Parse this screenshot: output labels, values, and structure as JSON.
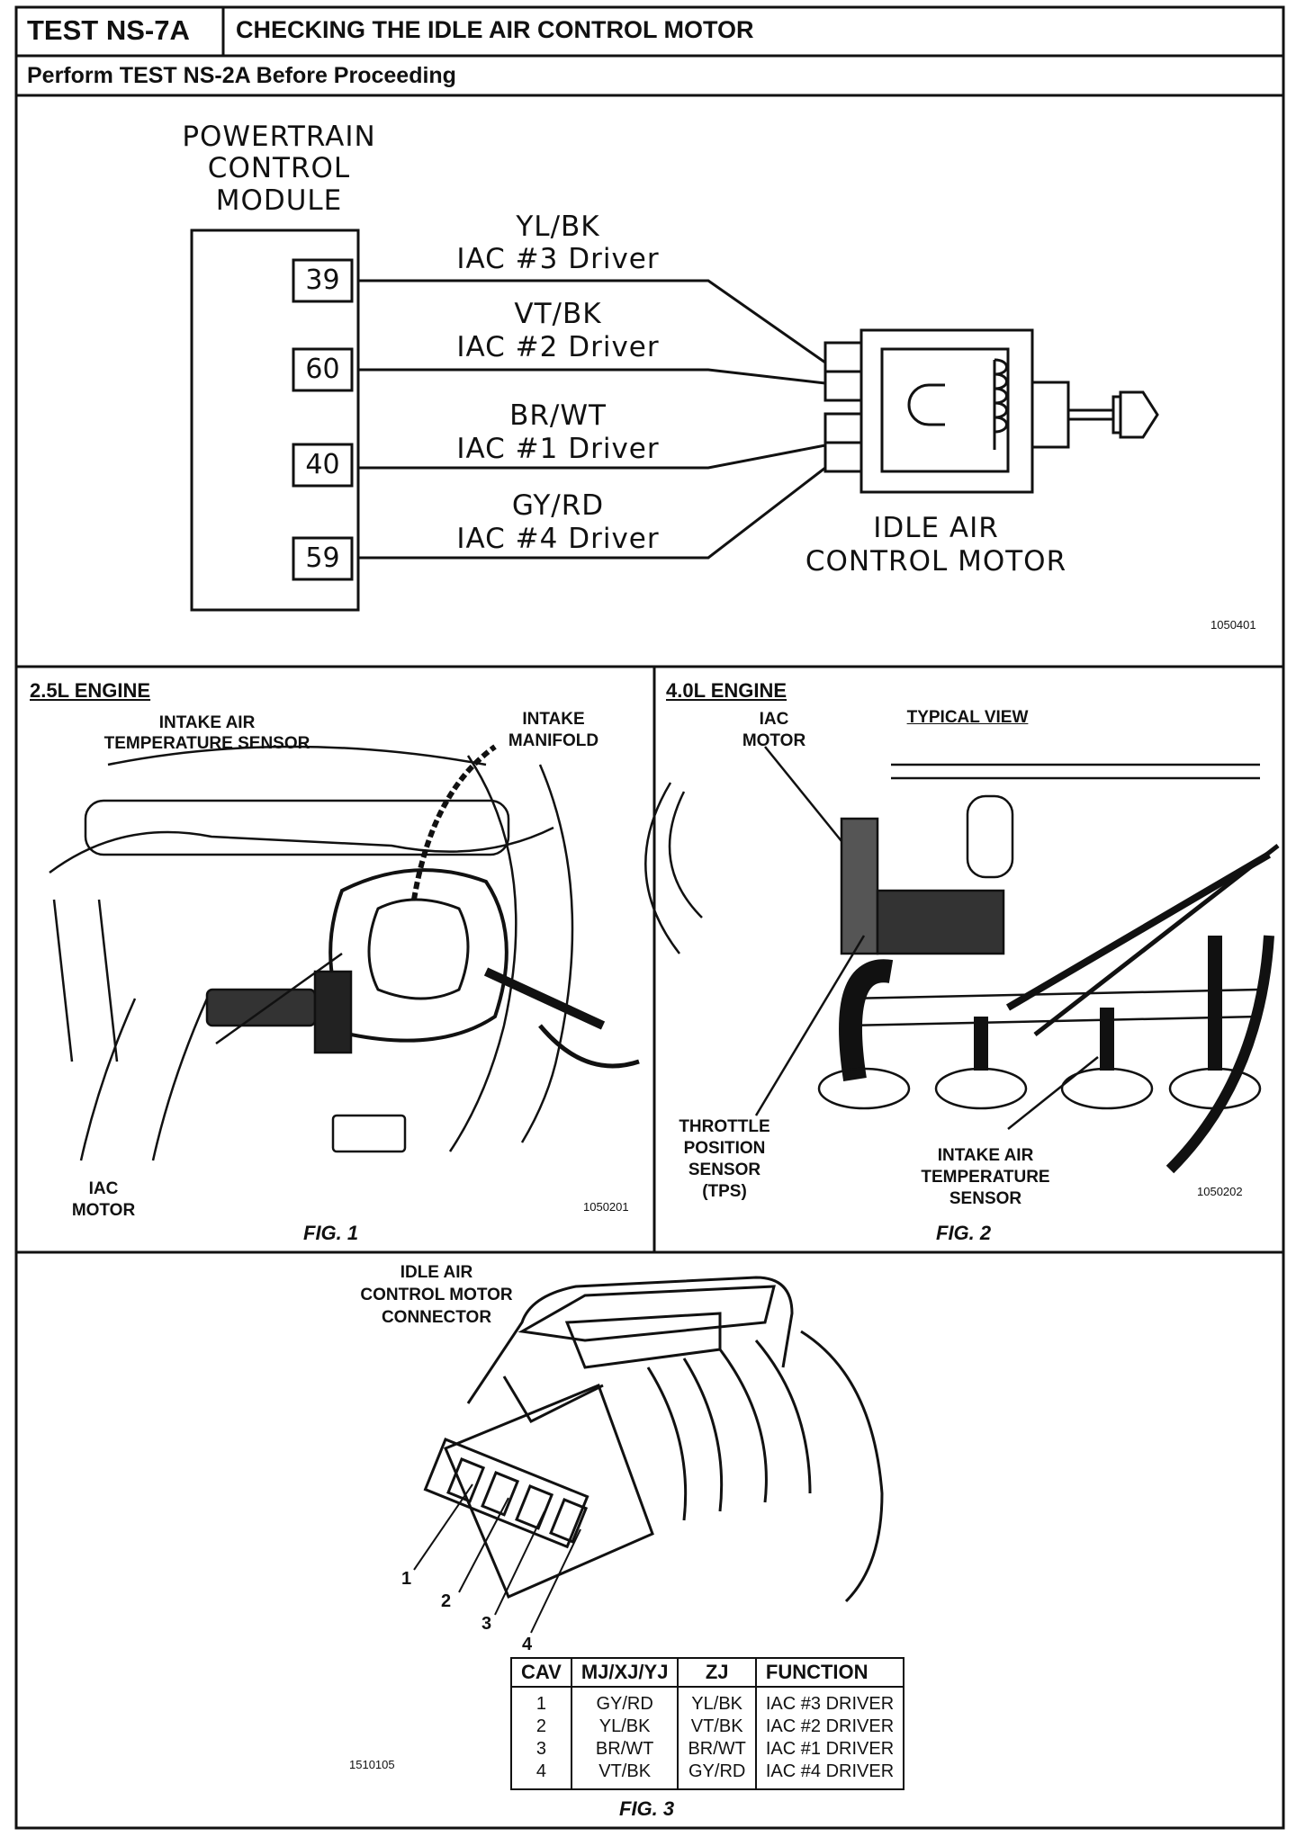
{
  "header": {
    "test_id": "TEST NS-7A",
    "title": "CHECKING THE IDLE AIR CONTROL MOTOR",
    "prerequisite": "Perform TEST NS-2A Before Proceeding"
  },
  "wiring_diagram": {
    "module_label_line1": "POWERTRAIN",
    "module_label_line2": "CONTROL",
    "module_label_line3": "MODULE",
    "motor_label_line1": "IDLE AIR",
    "motor_label_line2": "CONTROL MOTOR",
    "ref_number": "1050401",
    "circuits": [
      {
        "pin": "39",
        "color": "YL/BK",
        "function": "IAC #3 Driver"
      },
      {
        "pin": "60",
        "color": "VT/BK",
        "function": "IAC #2 Driver"
      },
      {
        "pin": "40",
        "color": "BR/WT",
        "function": "IAC #1 Driver"
      },
      {
        "pin": "59",
        "color": "GY/RD",
        "function": "IAC #4 Driver"
      }
    ]
  },
  "fig1": {
    "section_title": "2.5L ENGINE",
    "label_iat_line1": "INTAKE AIR",
    "label_iat_line2": "TEMPERATURE SENSOR",
    "label_manifold_line1": "INTAKE",
    "label_manifold_line2": "MANIFOLD",
    "label_iac_line1": "IAC",
    "label_iac_line2": "MOTOR",
    "ref_number": "1050201",
    "caption": "FIG. 1"
  },
  "fig2": {
    "section_title": "4.0L ENGINE",
    "label_iac_line1": "IAC",
    "label_iac_line2": "MOTOR",
    "label_typical": "TYPICAL VIEW",
    "label_tps_line1": "THROTTLE",
    "label_tps_line2": "POSITION",
    "label_tps_line3": "SENSOR",
    "label_tps_line4": "(TPS)",
    "label_iat_line1": "INTAKE AIR",
    "label_iat_line2": "TEMPERATURE",
    "label_iat_line3": "SENSOR",
    "ref_number": "1050202",
    "caption": "FIG. 2"
  },
  "fig3": {
    "label_connector_line1": "IDLE AIR",
    "label_connector_line2": "CONTROL MOTOR",
    "label_connector_line3": "CONNECTOR",
    "cavity_numbers": [
      "1",
      "2",
      "3",
      "4"
    ],
    "ref_number": "1510105",
    "caption": "FIG. 3",
    "table": {
      "headers": [
        "CAV",
        "MJ/XJ/YJ",
        "ZJ",
        "FUNCTION"
      ],
      "rows": [
        [
          "1",
          "GY/RD",
          "YL/BK",
          "IAC #3 DRIVER"
        ],
        [
          "2",
          "YL/BK",
          "VT/BK",
          "IAC #2 DRIVER"
        ],
        [
          "3",
          "BR/WT",
          "BR/WT",
          "IAC #1 DRIVER"
        ],
        [
          "4",
          "VT/BK",
          "GY/RD",
          "IAC #4 DRIVER"
        ]
      ]
    }
  }
}
